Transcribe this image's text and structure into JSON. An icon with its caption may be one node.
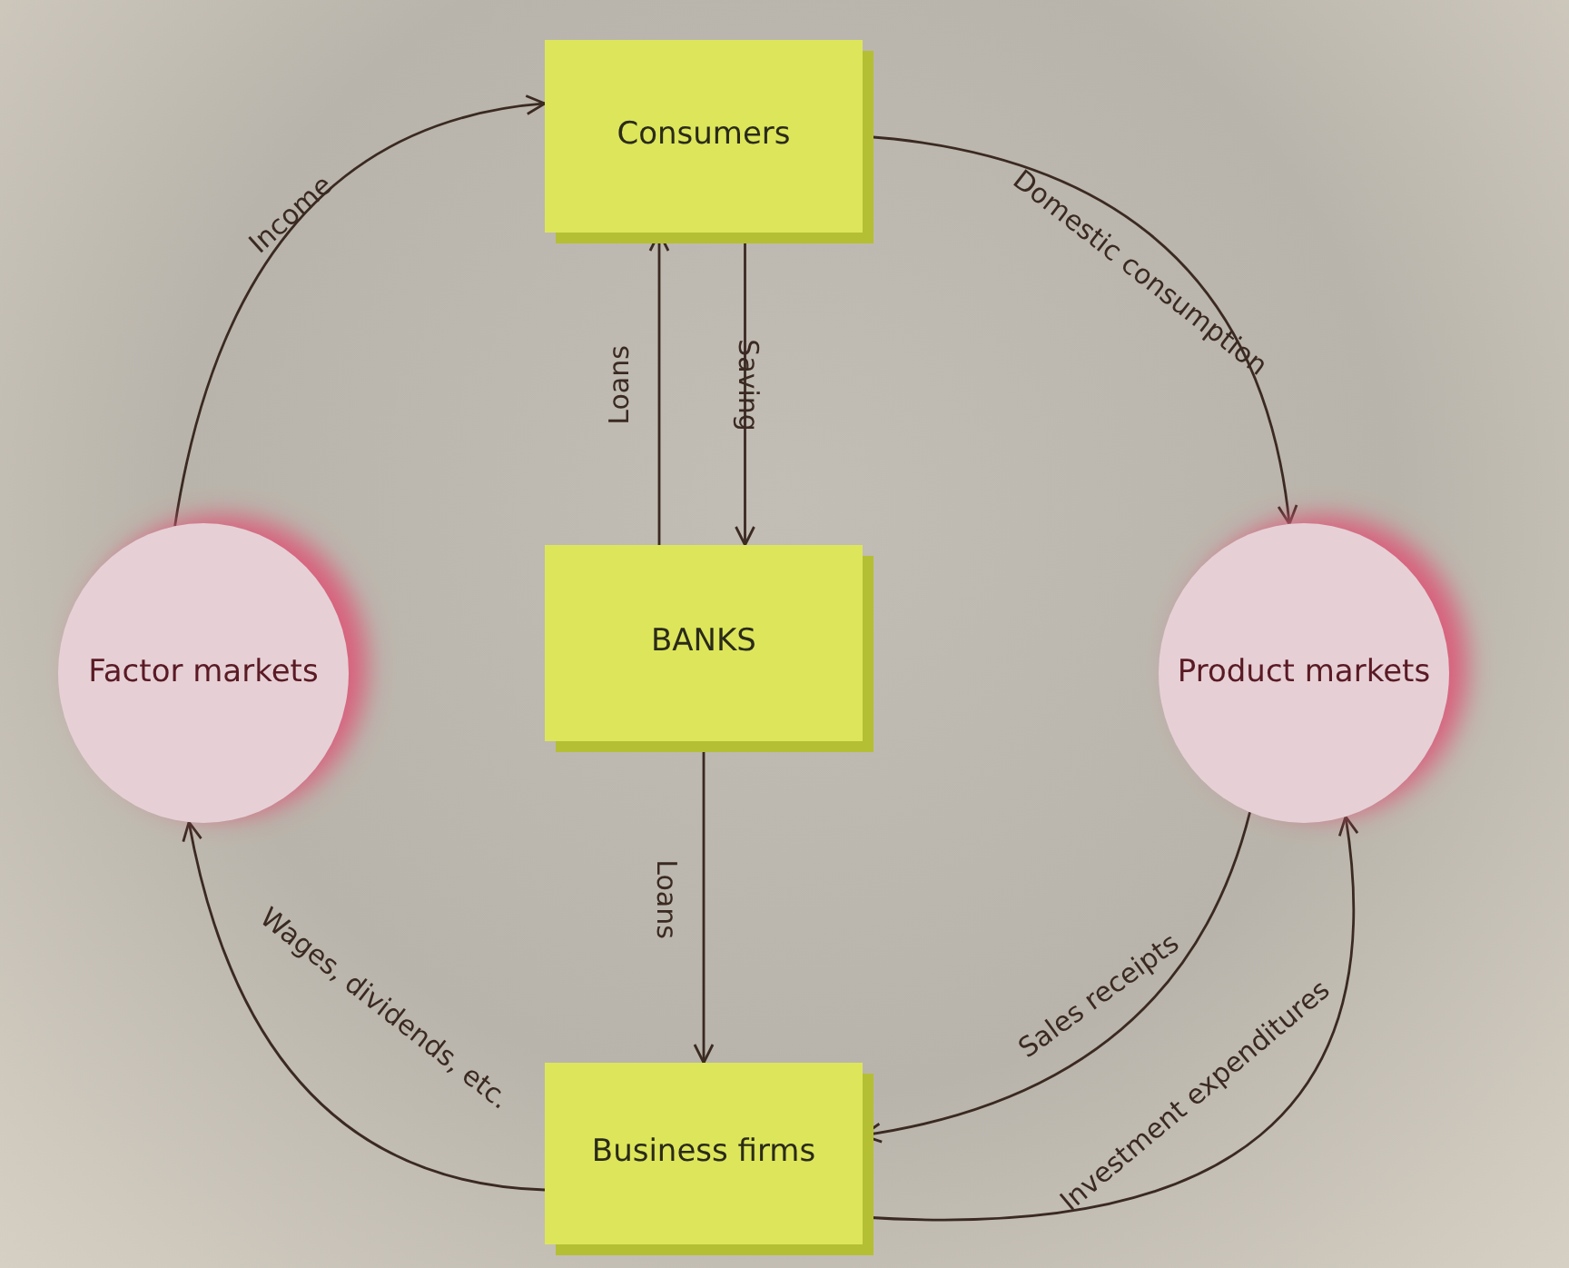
{
  "diagram": {
    "nodes": [
      {
        "text": [
          "Consumers"
        ]
      },
      {
        "text": [
          "Factor markets"
        ]
      },
      {
        "text": [
          "BANKS"
        ]
      },
      {
        "text": [
          "Product markets"
        ]
      },
      {
        "text": [
          "Business firms"
        ]
      }
    ],
    "edges": [
      {
        "from": 1,
        "to": 0,
        "arrow": "to",
        "label": "Income"
      },
      {
        "from": 0,
        "to": 3,
        "arrow": "to",
        "label": "Domestic consumption"
      },
      {
        "from": 0,
        "to": 2,
        "arrow": "to",
        "label": "Saving"
      },
      {
        "from": 2,
        "to": 0,
        "arrow": "to",
        "label": "Loans"
      },
      {
        "from": 2,
        "to": 4,
        "arrow": "to",
        "label": "Loans"
      },
      {
        "from": 3,
        "to": 4,
        "arrow": "to",
        "label": "Sales receipts"
      },
      {
        "from": 4,
        "to": 3,
        "arrow": "to",
        "label": "Investment expenditures"
      },
      {
        "from": 4,
        "to": 1,
        "arrow": "to",
        "label": "Wages, dividends, etc."
      }
    ]
  }
}
